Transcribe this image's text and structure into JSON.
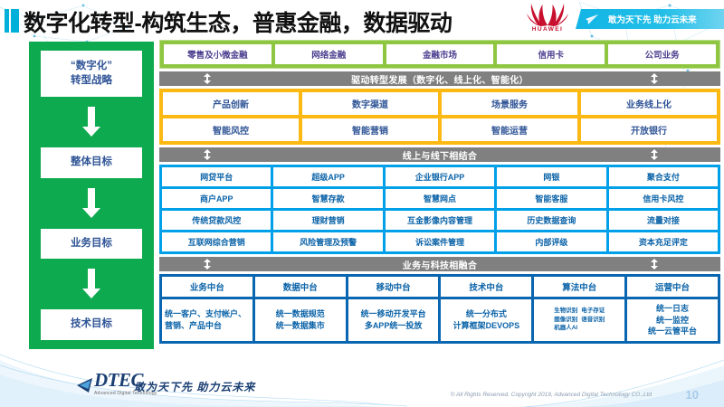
{
  "header": {
    "title": "数字化转型-构筑生态，普惠金融，数据驱动",
    "huawei_wordmark": "HUAWEI",
    "banner_text": "敢为天下先 助力云未来"
  },
  "sidebar": {
    "items": [
      {
        "label": "“数字化”\n转型战略"
      },
      {
        "label": "整体目标"
      },
      {
        "label": "业务目标"
      },
      {
        "label": "技术目标"
      }
    ]
  },
  "business_lines": {
    "cells": [
      "零售及小微金融",
      "网络金融",
      "金融市场",
      "信用卡",
      "公司业务"
    ]
  },
  "drive_bar": {
    "label": "驱动转型发展（数字化、线上化、智能化）"
  },
  "orange_section": {
    "rows": [
      [
        "产品创新",
        "数字渠道",
        "场景服务",
        "业务线上化"
      ],
      [
        "智能风控",
        "智能营销",
        "智能运营",
        "开放银行"
      ]
    ]
  },
  "online_offline_bar": {
    "label": "线上与线下相结合"
  },
  "blue_section": {
    "rows": [
      [
        "网贷平台",
        "超级APP",
        "企业银行APP",
        "网银",
        "聚合支付"
      ],
      [
        "商户APP",
        "智慧存款",
        "智慧网点",
        "智能客服",
        "信用卡风控"
      ],
      [
        "传统贷款风控",
        "理财营销",
        "互金影像内容管理",
        "历史数据查询",
        "流量对接"
      ],
      [
        "互联网综合营销",
        "风险管理及预警",
        "诉讼案件管理",
        "内部评级",
        "资本充足评定"
      ]
    ]
  },
  "fusion_bar": {
    "label": "业务与科技相融合"
  },
  "navy_section": {
    "columns": [
      {
        "head": "业务中台",
        "lines": [
          "统一客户、支付帐户、营销、产品中台"
        ]
      },
      {
        "head": "数据中台",
        "lines": [
          "统一数据规范",
          "统一数据集市"
        ]
      },
      {
        "head": "移动中台",
        "lines": [
          "统一移动开发平台",
          "多APP统一投放"
        ]
      },
      {
        "head": "技术中台",
        "lines": [
          "统一分布式",
          "计算框架DEVOPS"
        ]
      },
      {
        "head": "算法中台",
        "tags": [
          "生物识别",
          "电子存证",
          "图像识别",
          "语音识别",
          "机器人AI"
        ]
      },
      {
        "head": "运营中台",
        "lines": [
          "统一日志",
          "统一监控",
          "统一云管平台"
        ]
      }
    ]
  },
  "footer": {
    "logo_text": "DTEC",
    "logo_sub": "Advanced Digital Technology",
    "slogan": "敢为天下先   助力云未来",
    "copyright": "© All Rights Reserved. Copyright 2019, Advanced Digital Technology CO.,Ltd",
    "page_number": "10"
  },
  "colors": {
    "green": "#0eaa4f",
    "lightgreen": "#8ec641",
    "orange": "#fcb913",
    "blue": "#00a0e9",
    "navy": "#0a66b0",
    "gray": "#808080",
    "banner": "#12b5e5",
    "huawei_red": "#c8102e"
  }
}
